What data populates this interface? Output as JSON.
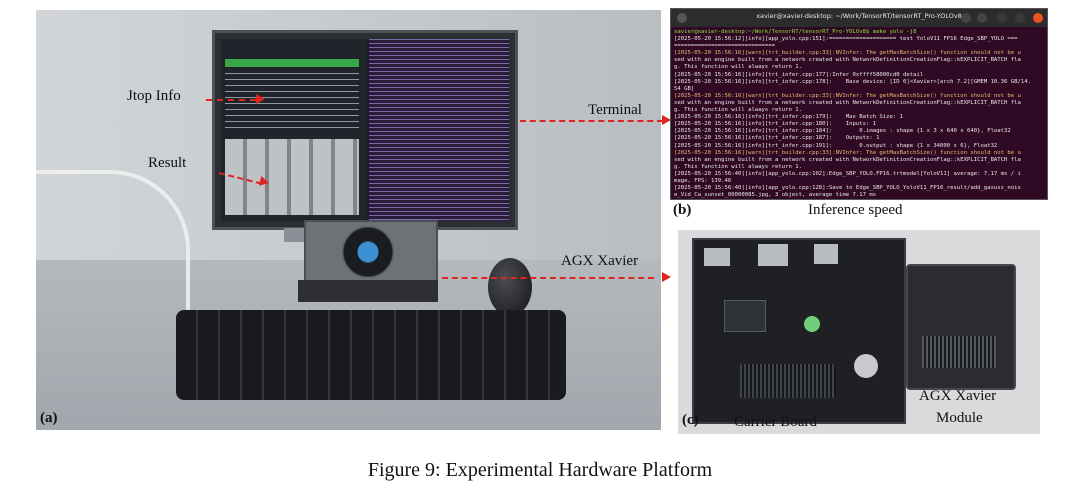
{
  "panel_a": {
    "tag": "(a)",
    "labels": {
      "jtop": "Jtop Info",
      "result": "Result",
      "terminal": "Terminal",
      "agx": "AGX Xavier"
    }
  },
  "panel_b": {
    "tag": "(b)",
    "title": "xavier@xavier-desktop: ~/Work/TensorRT/tensorRT_Pro-YOLOv8",
    "sublabel": "Inference speed",
    "lines": [
      {
        "cls": "prompt",
        "text": "xavier@xavier-desktop:~/Work/TensorRT/tensorRT_Pro-YOLOv8$ make yolo -j8"
      },
      {
        "cls": "",
        "text": "[2025-05-20 15:56:12][info][app_yolo.cpp:151]:==================== test YoloV11 FP16 Edge_SBP_YOLO ==="
      },
      {
        "cls": "",
        "text": "=============================="
      },
      {
        "cls": "warn",
        "text": "[2025-05-20 15:56:16][warn][trt_builder.cpp:33]:NVInfer: The getMaxBatchSize() function should not be u"
      },
      {
        "cls": "",
        "text": "sed with an engine built from a network created with NetworkDefinitionCreationFlag::kEXPLICIT_BATCH fla"
      },
      {
        "cls": "",
        "text": "g. This function will always return 1."
      },
      {
        "cls": "",
        "text": "[2025-05-20 15:56:16][info][trt_infer.cpp:177]:Infer 0xffff58000cd0 detail"
      },
      {
        "cls": "",
        "text": "[2025-05-20 15:56:16][info][trt_infer.cpp:178]:    Base device: [ID 0]<Xavier>[arch 7.2][GMEM 10.36 GB/14."
      },
      {
        "cls": "",
        "text": "54 GB]"
      },
      {
        "cls": "warn",
        "text": "[2025-05-20 15:56:16][warn][trt_builder.cpp:33]:NVInfer: The getMaxBatchSize() function should not be u"
      },
      {
        "cls": "",
        "text": "sed with an engine built from a network created with NetworkDefinitionCreationFlag::kEXPLICIT_BATCH fla"
      },
      {
        "cls": "",
        "text": "g. This function will always return 1."
      },
      {
        "cls": "",
        "text": "[2025-05-20 15:56:16][info][trt_infer.cpp:179]:    Max Batch Size: 1"
      },
      {
        "cls": "",
        "text": "[2025-05-20 15:56:16][info][trt_infer.cpp:180]:    Inputs: 1"
      },
      {
        "cls": "",
        "text": "[2025-05-20 15:56:16][info][trt_infer.cpp:184]:        0.images : shape {1 x 3 x 640 x 640}, Float32"
      },
      {
        "cls": "",
        "text": "[2025-05-20 15:56:16][info][trt_infer.cpp:187]:    Outputs: 1"
      },
      {
        "cls": "",
        "text": "[2025-05-20 15:56:16][info][trt_infer.cpp:191]:        0.output : shape {1 x 34000 x 6}, Float32"
      },
      {
        "cls": "warn",
        "text": "[2025-05-20 15:56:16][warn][trt_builder.cpp:33]:NVInfer: The getMaxBatchSize() function should not be u"
      },
      {
        "cls": "",
        "text": "sed with an engine built from a network created with NetworkDefinitionCreationFlag::kEXPLICIT_BATCH fla"
      },
      {
        "cls": "",
        "text": "g. This function will always return 1."
      },
      {
        "cls": "",
        "text": "[2025-05-20 15:56:40][info][app_yolo.cpp:102]:Edge_SBP_YOLO.FP16.trtmodel[YoloV11] average: 7.17 ms / i"
      },
      {
        "cls": "",
        "text": "mage, FPS: 139.46"
      },
      {
        "cls": "",
        "text": "[2025-05-20 15:56:40][info][app_yolo.cpp:128]:Save to Edge_SBP_YOLO_YoloV11_FP16_result/add_gasuss_nois"
      },
      {
        "cls": "",
        "text": "e_Vid_Ca_sunset_00000085.jpg, 3 object, average time 7.17 ms"
      }
    ]
  },
  "panel_c": {
    "tag": "(c)",
    "carrier_label": "Carrier Board",
    "module_label_line1": "AGX Xavier",
    "module_label_line2": "Module"
  },
  "caption": "Figure 9: Experimental Hardware Platform",
  "colors": {
    "arrow": "#e0241f",
    "terminal_bg": "#300a24",
    "prompt": "#8ae234"
  }
}
